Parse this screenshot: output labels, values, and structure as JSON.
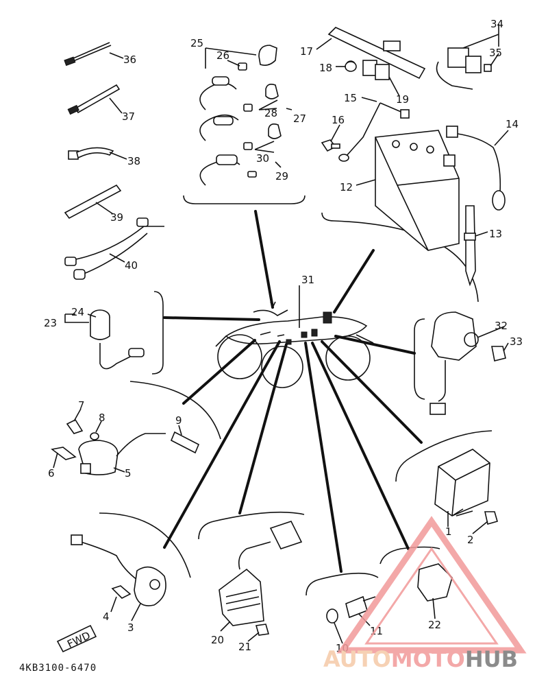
{
  "diagram_code": "4KB3100-6470",
  "fwd_label": "FWD",
  "watermark": {
    "part1": "AUTO",
    "part2": "MOTO",
    "part3": "HUB",
    "color1": "#f5c9a8",
    "color2": "#f29a9a",
    "color3": "#777777"
  },
  "callouts": {
    "c1": "1",
    "c2": "2",
    "c3": "3",
    "c4": "4",
    "c5": "5",
    "c6": "6",
    "c7": "7",
    "c8": "8",
    "c9": "9",
    "c10": "10",
    "c11": "11",
    "c12": "12",
    "c13": "13",
    "c14": "14",
    "c15": "15",
    "c16": "16",
    "c17": "17",
    "c18": "18",
    "c19": "19",
    "c20": "20",
    "c21": "21",
    "c22": "22",
    "c23": "23",
    "c24": "24",
    "c25": "25",
    "c26": "26",
    "c27": "27",
    "c28": "28",
    "c29": "29",
    "c30": "30",
    "c31": "31",
    "c32": "32",
    "c33": "33",
    "c34": "34",
    "c35": "35",
    "c36": "36",
    "c37": "37",
    "c38": "38",
    "c39": "39",
    "c40": "40"
  }
}
